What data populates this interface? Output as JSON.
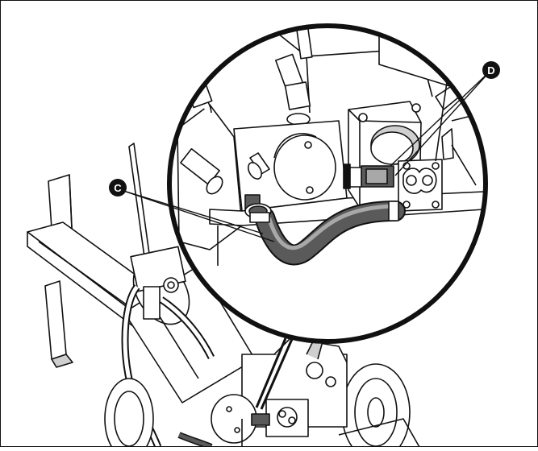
{
  "callouts": [
    {
      "id": "c",
      "label": "C"
    },
    {
      "id": "d",
      "label": "D"
    }
  ],
  "colors": {
    "line": "#111111",
    "hose": "#5a5a5a",
    "hose_highlight": "#a8a8a8",
    "shade": "#cfcfcf",
    "background": "#ffffff",
    "callout_fill": "#111111",
    "callout_text": "#ffffff"
  },
  "icons": {
    "callout_marker": "filled-circle-letter"
  }
}
